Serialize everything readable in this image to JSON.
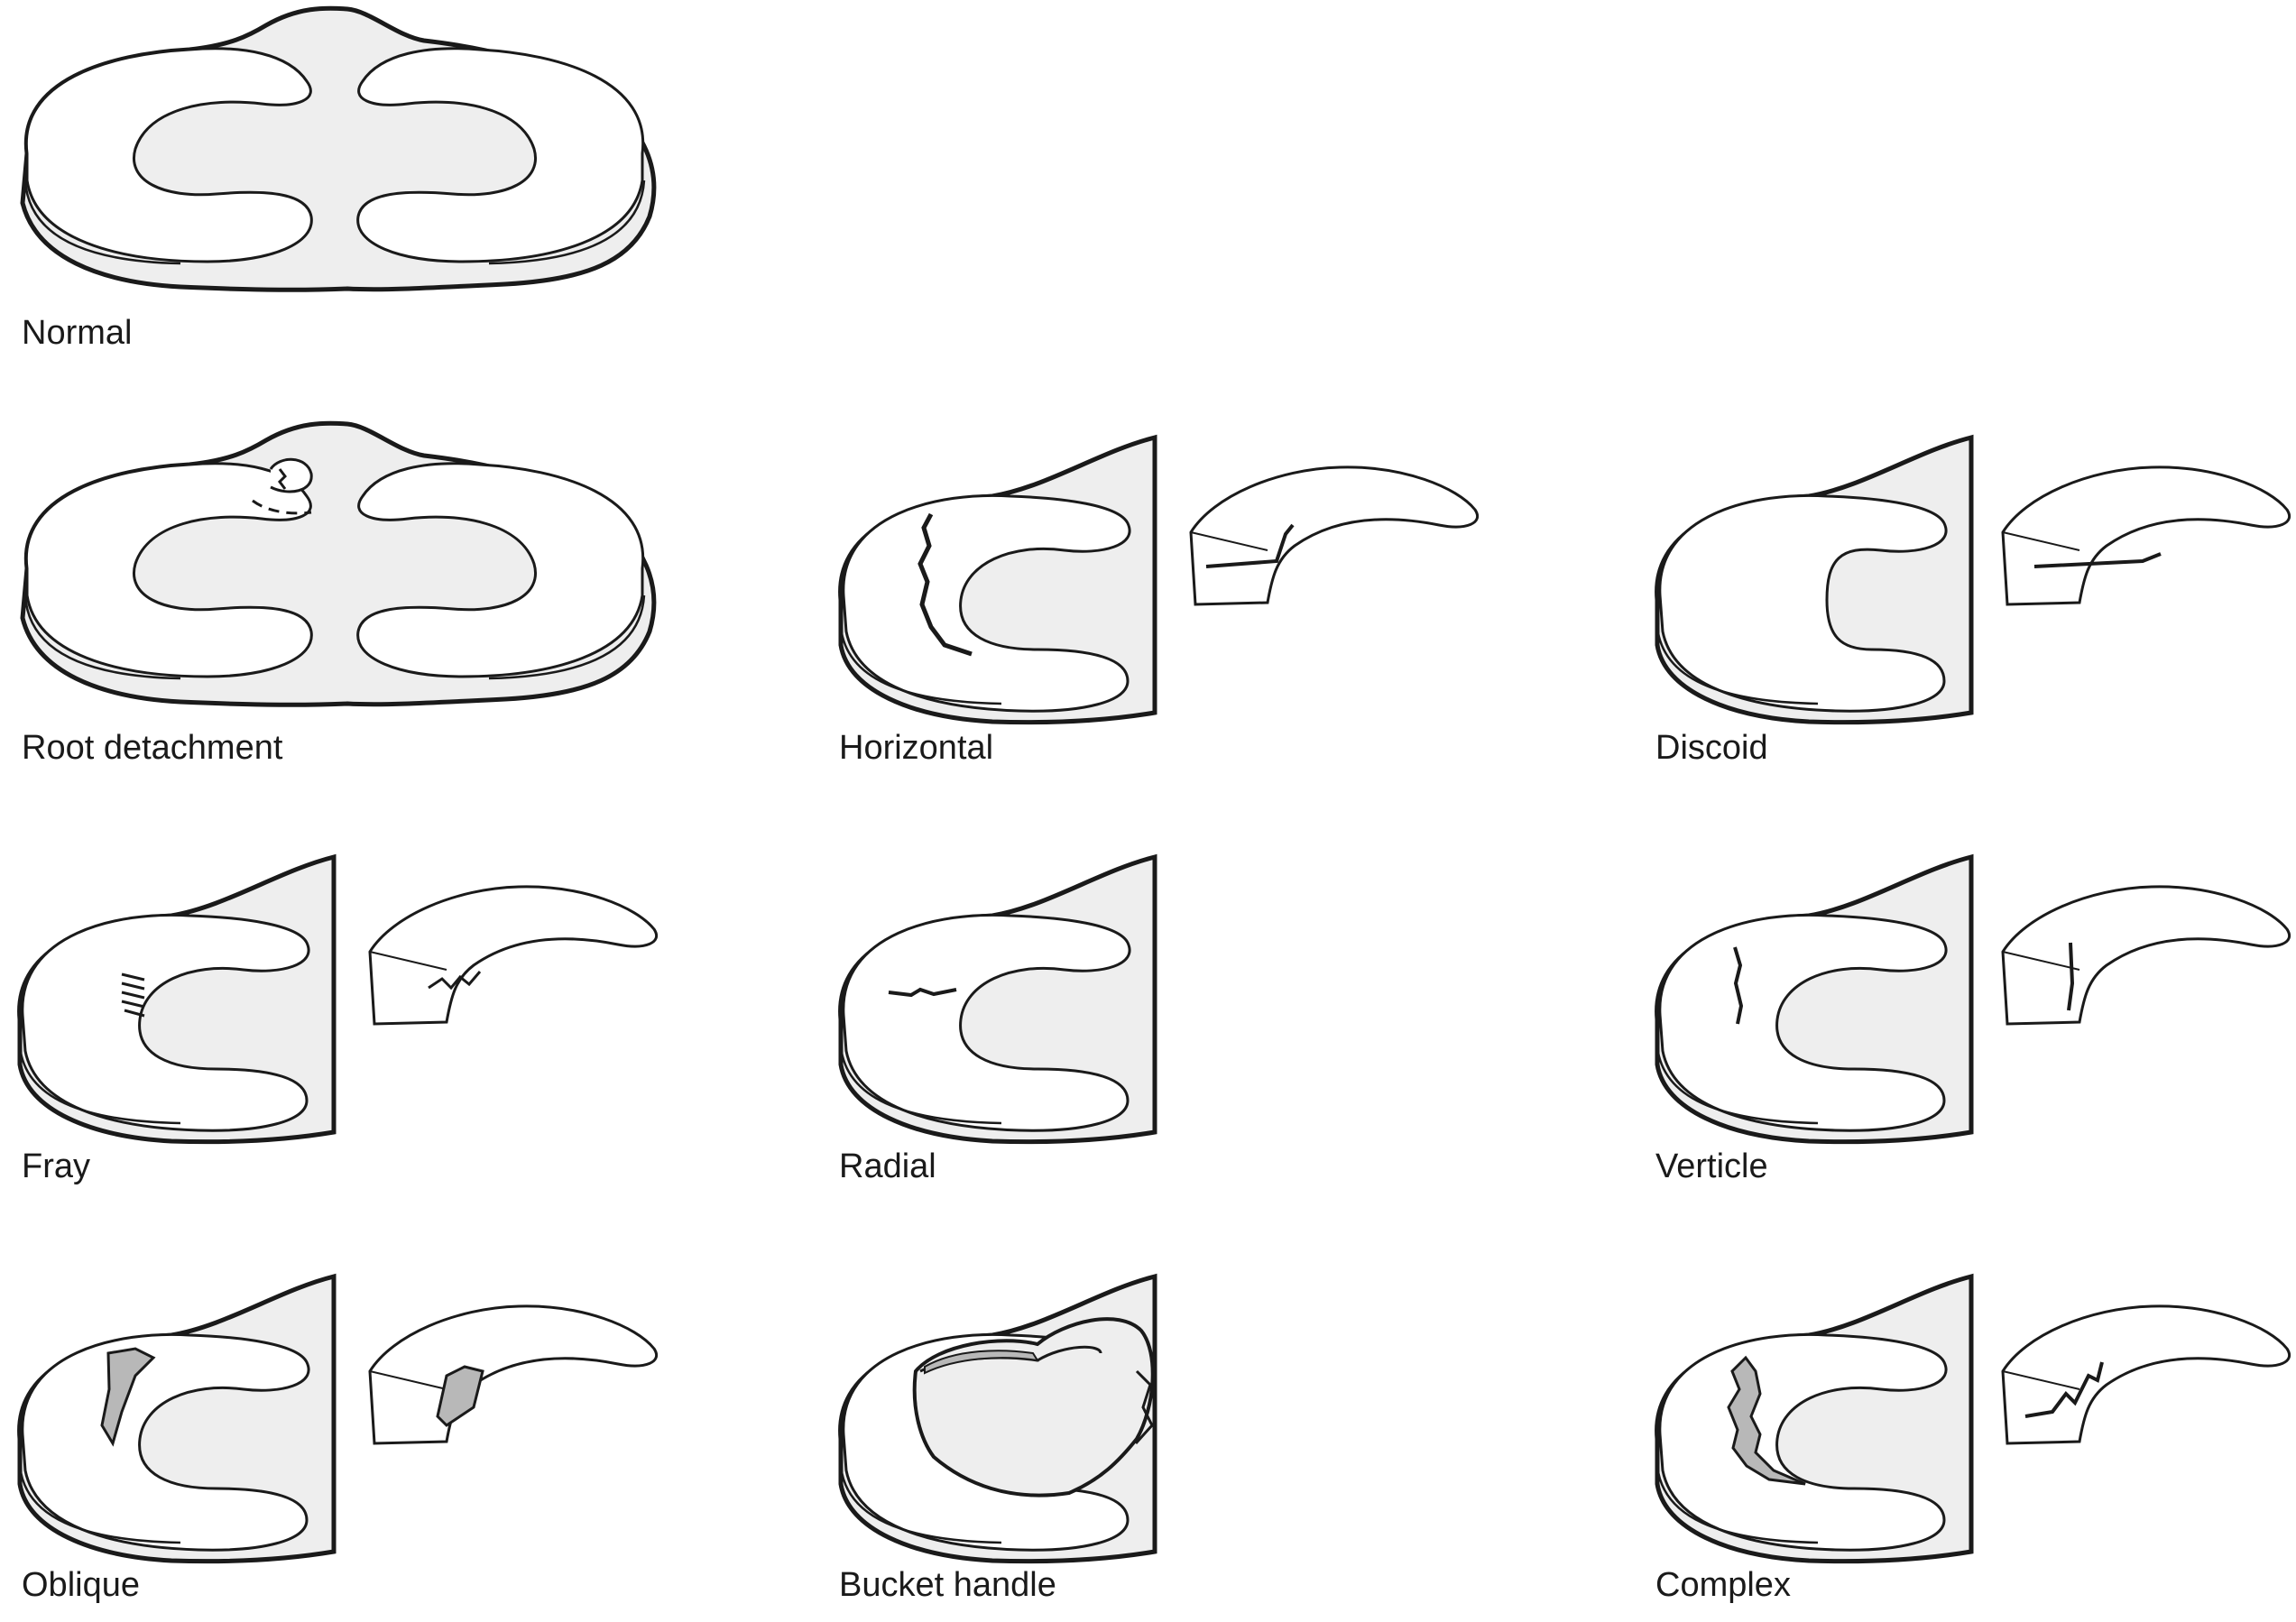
{
  "labels": {
    "normal": "Normal",
    "root_detachment": "Root detachment",
    "horizontal": "Horizontal",
    "discoid": "Discoid",
    "fray": "Fray",
    "radial": "Radial",
    "verticle": "Verticle",
    "oblique": "Oblique",
    "bucket_handle": "Bucket handle",
    "complex": "Complex"
  },
  "colors": {
    "stroke": "#1a1a1a",
    "fill_body": "#ffffff",
    "fill_plateau": "#eeeeee",
    "fill_tear": "#b8b8b8"
  }
}
